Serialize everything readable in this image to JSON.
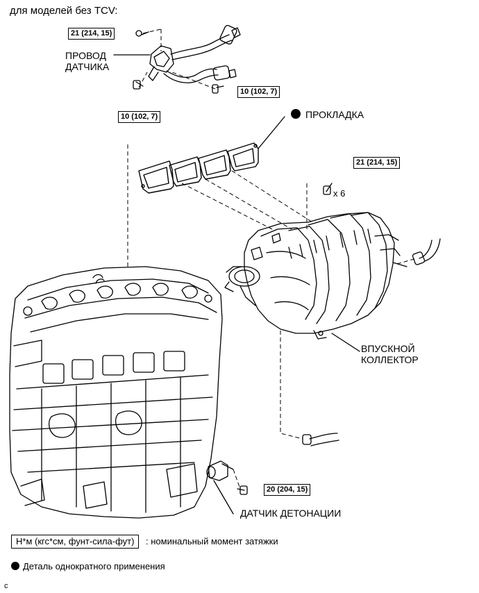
{
  "header": "для моделей без TCV:",
  "labels": {
    "sensor_wire": [
      "ПРОВОД",
      "ДАТЧИКА"
    ],
    "gasket": "ПРОКЛАДКА",
    "intake_manifold": [
      "ВПУСКНОЙ",
      "КОЛЛЕКТОР"
    ],
    "knock_sensor": "ДАТЧИК ДЕТОНАЦИИ",
    "qty": "x 6"
  },
  "torque_boxes": {
    "wire_bolt_top": "21 (214, 15)",
    "wire_bolt_right": "10 (102, 7)",
    "wire_bolt_left": "10 (102, 7)",
    "manifold_bolt": "21 (214, 15)",
    "knock_sensor_bolt": "20 (204, 15)"
  },
  "legend": {
    "units_box": "Н*м (кгс*см, фунт-сила-фут)",
    "units_text": ": номинальный момент затяжки",
    "single_use": "Деталь однократного применения"
  },
  "footer_code": "c"
}
